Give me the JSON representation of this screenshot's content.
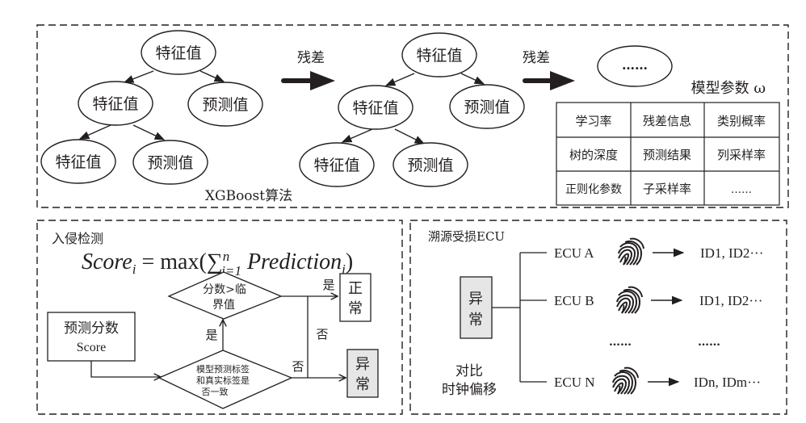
{
  "xgboost": {
    "caption": "XGBoost算法",
    "residual_label": "残差",
    "tree1": {
      "root": "特征值",
      "left": "特征值",
      "right": "预测值",
      "leaf_left": "特征值",
      "leaf_right": "预测值"
    },
    "tree2": {
      "root": "特征值",
      "left": "特征值",
      "right": "预测值",
      "leaf_left": "特征值",
      "leaf_right": "预测值"
    },
    "more_trees": "……",
    "params_title": "模型参数 ω",
    "params_table": [
      [
        "学习率",
        "残差信息",
        "类别概率"
      ],
      [
        "树的深度",
        "预测结果",
        "列采样率"
      ],
      [
        "正则化参数",
        "子采样率",
        "……"
      ]
    ]
  },
  "intrusion": {
    "title": "入侵检测",
    "formula": "Scoreᵢ = max(∑ⁿᵢ₌₁ Predictionᵢ)",
    "formula_parts": {
      "score": "Score",
      "sub_i": "i",
      "eq": " = max(",
      "sum": "∑",
      "sup_n": "n",
      "sub_range": "i=1",
      "pred": " Prediction",
      "sub_i2": "i",
      "close": ")"
    },
    "input_box": {
      "line1": "预测分数",
      "line2": "Score"
    },
    "decision1": {
      "line1": "模型预测标签",
      "line2": "和真实标签是",
      "line3": "否一致"
    },
    "decision2": {
      "line1": "分数>临",
      "line2": "界值"
    },
    "yes": "是",
    "no": "否",
    "normal": {
      "line1": "正",
      "line2": "常"
    },
    "abnormal": {
      "line1": "异",
      "line2": "常"
    }
  },
  "trace": {
    "title": "溯源受损ECU",
    "abnormal": {
      "line1": "异",
      "line2": "常"
    },
    "compare": {
      "line1": "对比",
      "line2": "时钟偏移"
    },
    "ecus": [
      {
        "name": "ECU A",
        "ids": "ID1, ID2···"
      },
      {
        "name": "ECU B",
        "ids": "ID1, ID2···"
      },
      {
        "name": "ECU N",
        "ids": "IDn, IDm···"
      }
    ],
    "ellipsis": "……"
  },
  "colors": {
    "line": "#231f20",
    "box_fill": "#e6e6e6"
  }
}
